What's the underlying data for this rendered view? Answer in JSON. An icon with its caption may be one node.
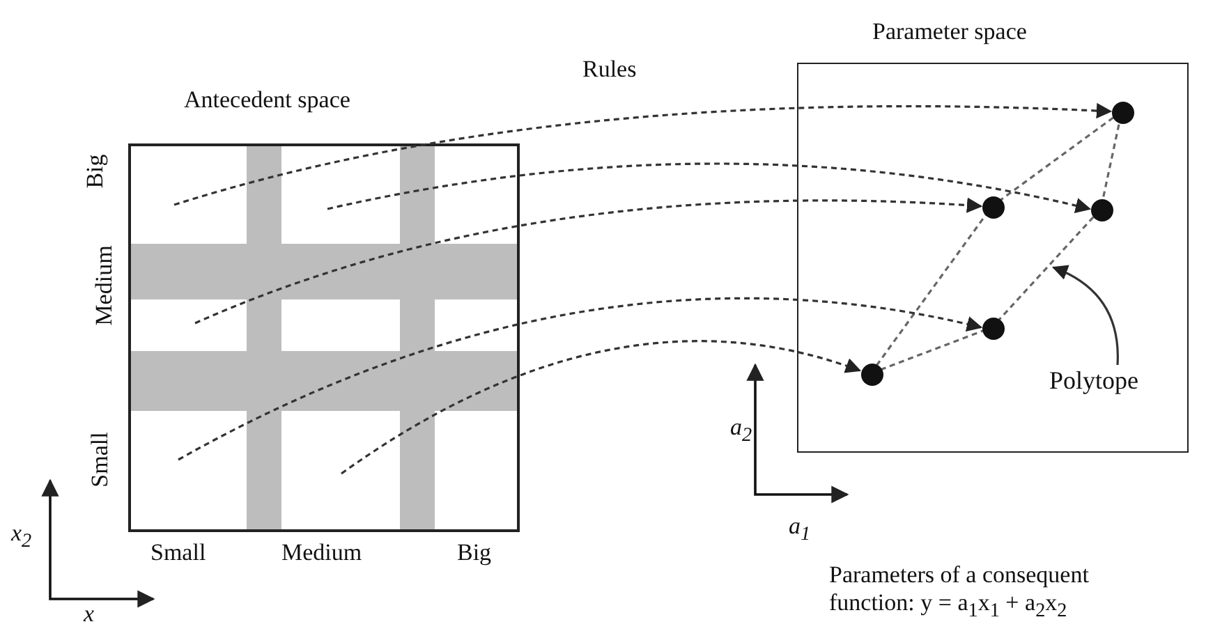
{
  "diagram": {
    "nodes": [
      {
        "text": [
          "Antecedent space"
        ]
      },
      {
        "text": [
          "Parameter space"
        ]
      },
      {
        "text": [],
        "shape": "circle",
        "in": 1
      },
      {
        "text": [],
        "shape": "circle",
        "in": 1
      },
      {
        "text": [],
        "shape": "circle",
        "in": 1
      },
      {
        "text": [],
        "shape": "circle",
        "in": 1
      },
      {
        "text": [],
        "shape": "circle",
        "in": 1
      },
      {
        "text": [
          "Polytope"
        ],
        "in": 1
      }
    ],
    "edges": [
      {
        "from": 0,
        "to": 6,
        "arrow": "to",
        "style": "dashed"
      },
      {
        "from": 0,
        "to": 5,
        "arrow": "to",
        "style": "dashed"
      },
      {
        "from": 0,
        "to": 3,
        "arrow": "to",
        "style": "dashed"
      },
      {
        "from": 0,
        "to": 4,
        "arrow": "to",
        "style": "dashed"
      },
      {
        "from": 0,
        "to": 2,
        "arrow": "to",
        "style": "dashed"
      },
      {
        "from": 7,
        "to": null,
        "arrow": "to"
      }
    ],
    "labels": [
      "Rules",
      "Big",
      "Medium",
      "Small",
      "Small",
      "Medium",
      "Big",
      "x$_{2}$",
      "x",
      "a$_{2}$",
      "a$_{1}$",
      "Parameters of a consequent function: y = a$_{1}$x$_{1}$ + a$_{2}$x$_{2}$"
    ]
  }
}
